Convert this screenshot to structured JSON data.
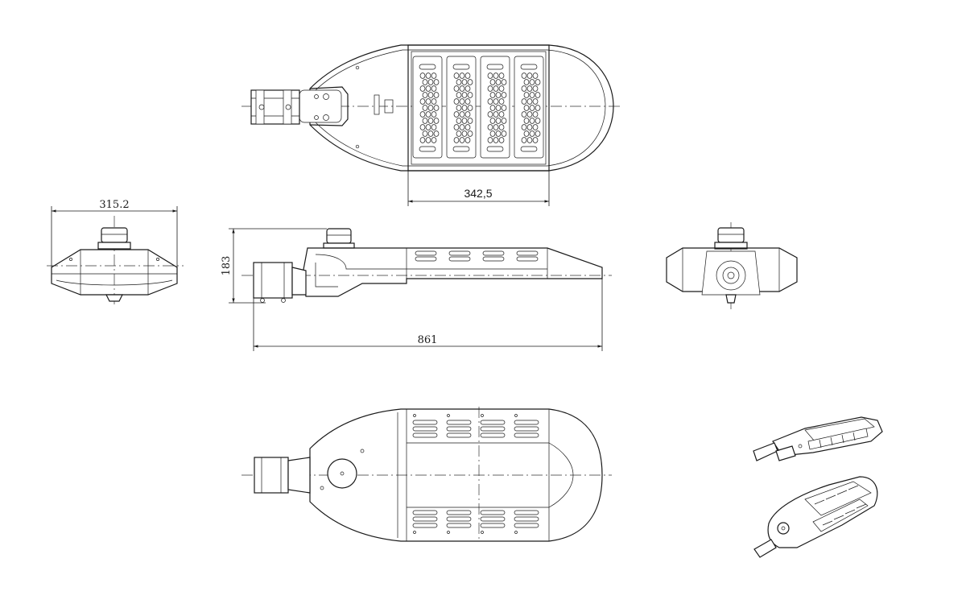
{
  "dimensions": {
    "led_module_width": "342,5",
    "front_width": "315.2",
    "height": "183",
    "total_length": "861"
  },
  "colors": {
    "line": "#1a1a1a",
    "background": "#ffffff"
  }
}
